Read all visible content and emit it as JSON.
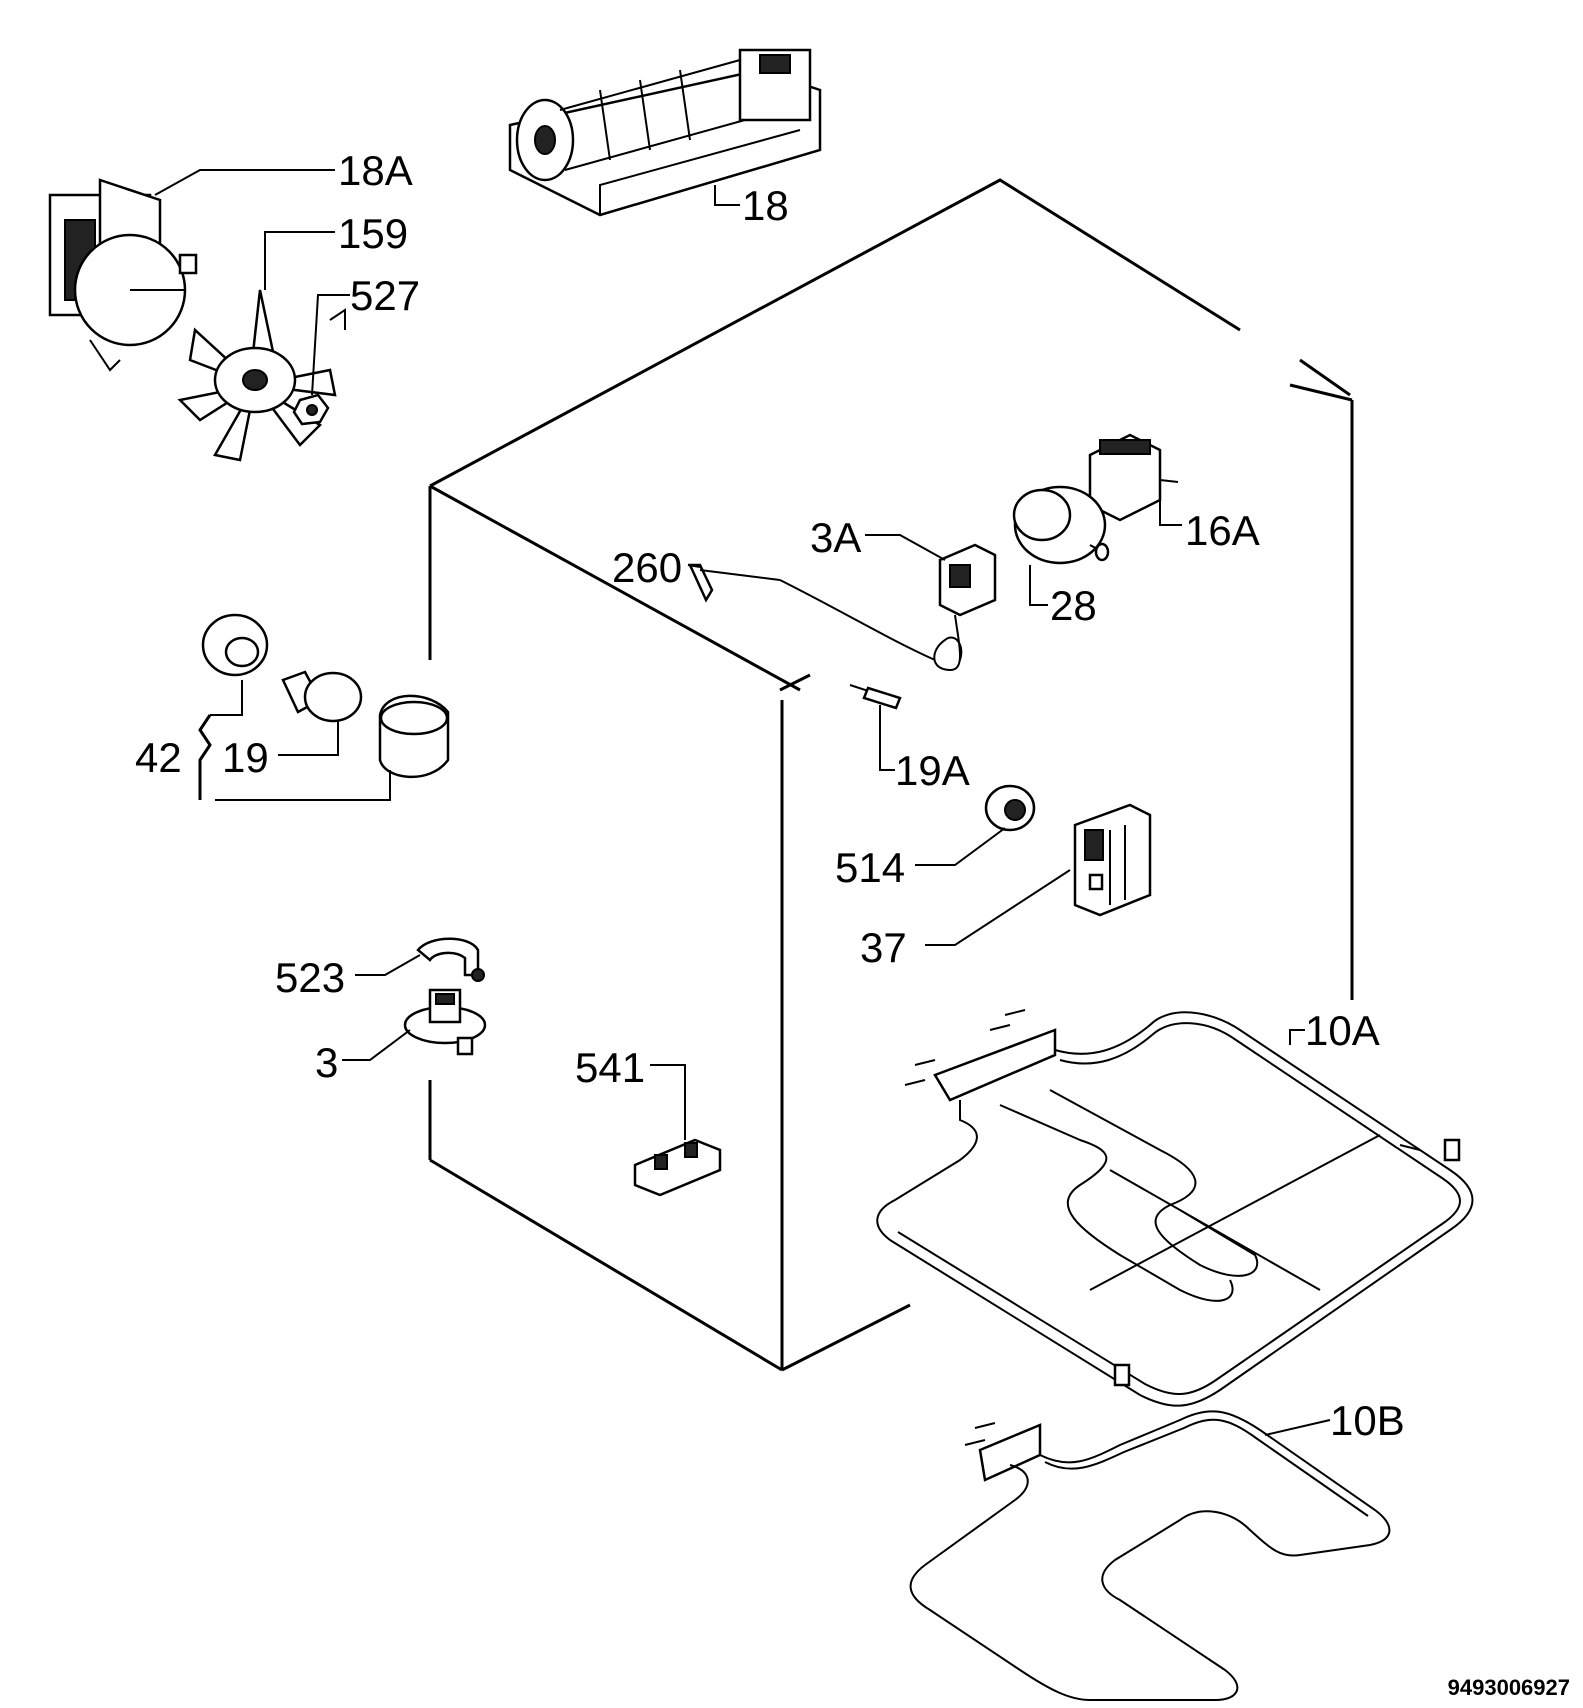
{
  "document_number": "9493006927",
  "parts": [
    {
      "id": "18A",
      "label": "18A"
    },
    {
      "id": "159",
      "label": "159"
    },
    {
      "id": "527",
      "label": "527"
    },
    {
      "id": "18",
      "label": "18"
    },
    {
      "id": "3A",
      "label": "3A"
    },
    {
      "id": "260",
      "label": "260"
    },
    {
      "id": "28",
      "label": "28"
    },
    {
      "id": "16A",
      "label": "16A"
    },
    {
      "id": "42",
      "label": "42"
    },
    {
      "id": "19",
      "label": "19"
    },
    {
      "id": "19A",
      "label": "19A"
    },
    {
      "id": "514",
      "label": "514"
    },
    {
      "id": "37",
      "label": "37"
    },
    {
      "id": "523",
      "label": "523"
    },
    {
      "id": "3",
      "label": "3"
    },
    {
      "id": "541",
      "label": "541"
    },
    {
      "id": "10A",
      "label": "10A"
    },
    {
      "id": "10B",
      "label": "10B"
    }
  ]
}
